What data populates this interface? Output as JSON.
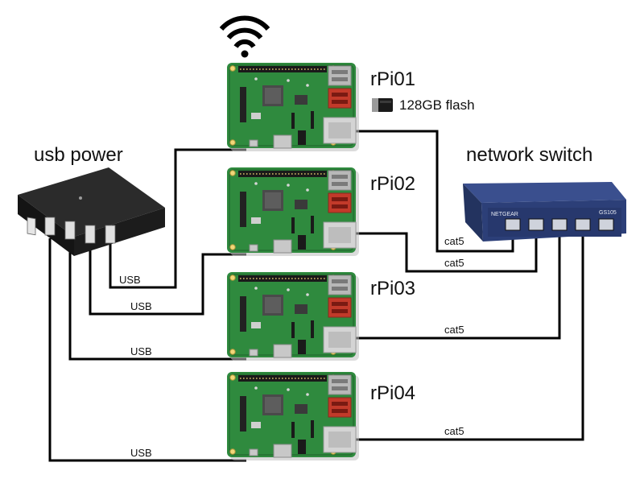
{
  "labels": {
    "usb_power": "usb power",
    "network_switch": "network switch",
    "flash": "128GB flash",
    "switch_brand": "NETGEAR",
    "switch_model": "GS105"
  },
  "pis": [
    {
      "name": "rPi01"
    },
    {
      "name": "rPi02"
    },
    {
      "name": "rPi03"
    },
    {
      "name": "rPi04"
    }
  ],
  "usb_cables": [
    {
      "label": "USB"
    },
    {
      "label": "USB"
    },
    {
      "label": "USB"
    },
    {
      "label": "USB"
    }
  ],
  "net_cables": [
    {
      "label": "cat5"
    },
    {
      "label": "cat5"
    },
    {
      "label": "cat5"
    },
    {
      "label": "cat5"
    }
  ],
  "icons": {
    "wifi": "wifi-icon",
    "flash_drive": "usb-flash-drive-icon",
    "usb_hub": "usb-power-hub-icon",
    "switch": "network-switch-icon",
    "board": "raspberry-pi-board-icon"
  },
  "colors": {
    "board_green": "#2f8a3e",
    "switch_blue": "#2c3f78",
    "hub_black": "#1c1c1c",
    "wire": "#000000"
  }
}
